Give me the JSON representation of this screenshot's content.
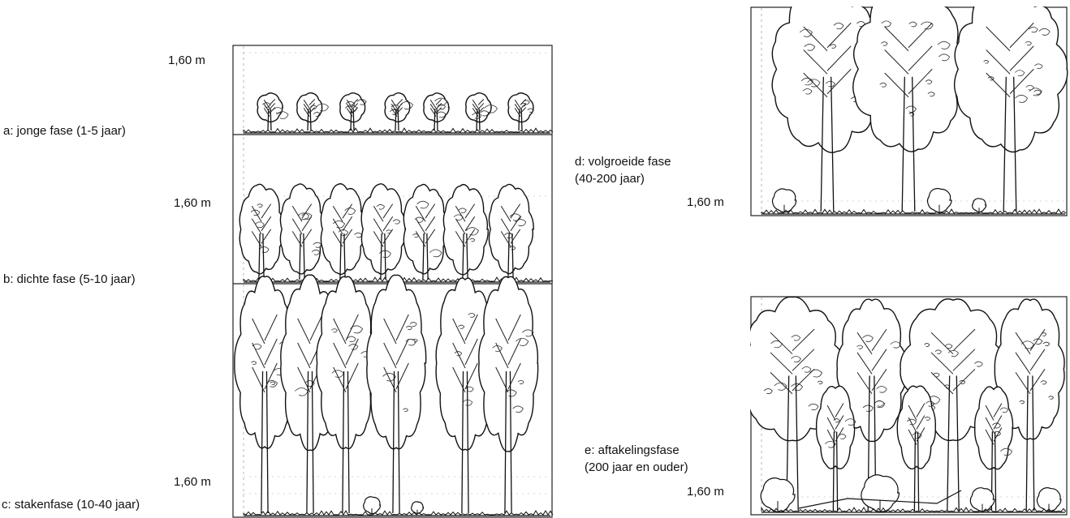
{
  "left_column": {
    "height_marker": "1,60 m",
    "phases": [
      {
        "id": "a",
        "label": "a: jonge fase (1-5 jaar)",
        "height_label": "1,60 m"
      },
      {
        "id": "b",
        "label": "b: dichte  fase (5-10 jaar)",
        "height_label": "1,60 m"
      },
      {
        "id": "c",
        "label": "c: stakenfase (10-40 jaar)",
        "height_label": "1,60 m"
      }
    ]
  },
  "right_column": {
    "phases": [
      {
        "id": "d",
        "label_line1": "d: volgroeide fase",
        "label_line2": "(40-200 jaar)",
        "height_label": "1,60 m"
      },
      {
        "id": "e",
        "label_line1": "e: aftakelingsfase",
        "label_line2": "(200 jaar en ouder)",
        "height_label": "1,60 m"
      }
    ]
  }
}
